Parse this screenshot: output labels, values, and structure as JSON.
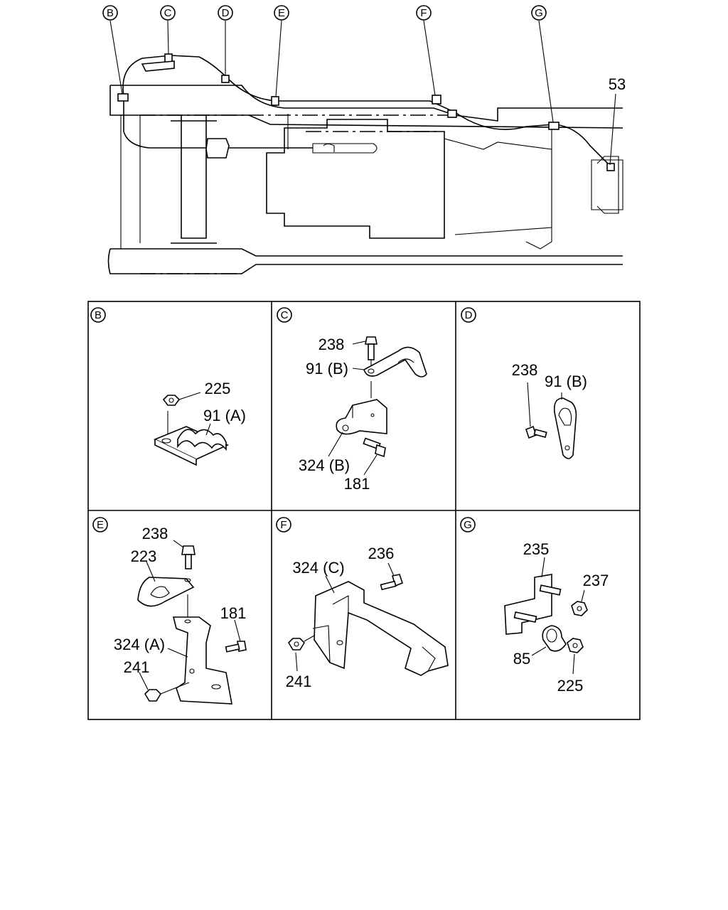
{
  "overview": {
    "callouts": [
      "B",
      "C",
      "D",
      "E",
      "F",
      "G"
    ],
    "part_53": "53"
  },
  "panels": {
    "B": {
      "letter": "B",
      "labels": [
        "225",
        "91 (A)"
      ]
    },
    "C": {
      "letter": "C",
      "labels": [
        "238",
        "91 (B)",
        "324 (B)",
        "181"
      ]
    },
    "D": {
      "letter": "D",
      "labels": [
        "238",
        "91 (B)"
      ]
    },
    "E": {
      "letter": "E",
      "labels": [
        "238",
        "223",
        "181",
        "324 (A)",
        "241"
      ]
    },
    "F": {
      "letter": "F",
      "labels": [
        "324 (C)",
        "236",
        "241"
      ]
    },
    "G": {
      "letter": "G",
      "labels": [
        "235",
        "237",
        "85",
        "225"
      ]
    }
  }
}
